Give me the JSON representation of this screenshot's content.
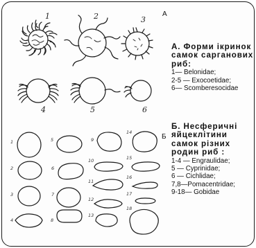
{
  "section_a": {
    "letter": "A",
    "title_lines": [
      "А.  Форми ікринок",
      "самок сарганових",
      "риб:"
    ],
    "items": [
      "1— Belonidae;",
      "2-5 —  Exocoetidae;",
      "6— Scomberesocidae"
    ],
    "figure_labels": [
      "1",
      "2",
      "3",
      "4",
      "5",
      "6"
    ]
  },
  "section_b": {
    "letter": "Б",
    "title_lines": [
      "Б.  Несферичні",
      "яйцеклітини",
      "самок різних",
      "родин риб :"
    ],
    "items": [
      "1-4 — Engraulidae;",
      "5 — Cyprinidae;",
      "6 — Cichlidae;",
      "7,8—Pomacentridae;",
      "9-18— Gobidae"
    ],
    "figure_labels": [
      "1",
      "2",
      "3",
      "4",
      "5",
      "6",
      "7",
      "8",
      "9",
      "10",
      "11",
      "12",
      "13",
      "14",
      "15",
      "16",
      "17",
      "18"
    ]
  }
}
